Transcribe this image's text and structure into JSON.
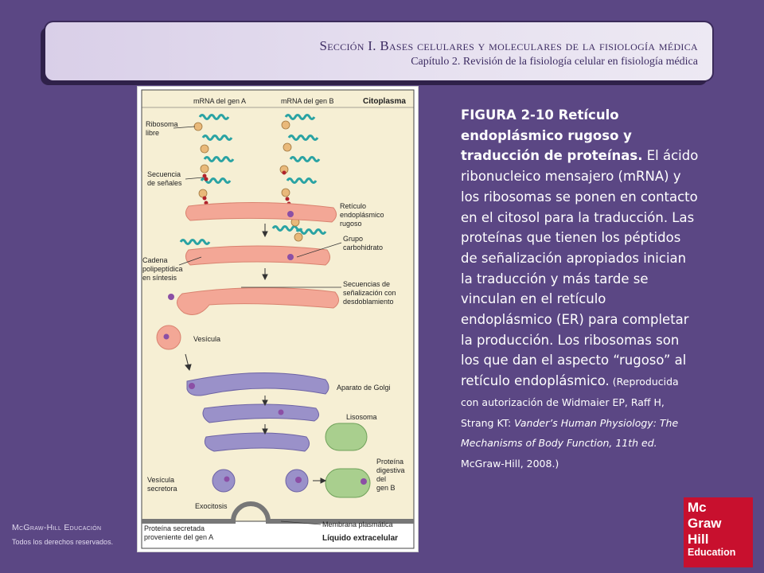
{
  "header": {
    "section_title": "Sección I.  Bases celulares y moleculares de la fisiología médica",
    "chapter": "Capítulo 2.  Revisión de la fisiología celular en fisiología médica"
  },
  "figure": {
    "labels": {
      "mrna_a": "mRNA del gen A",
      "mrna_b": "mRNA del gen B",
      "cytoplasm": "Citoplasma",
      "free_ribosome_1": "Ribosoma",
      "free_ribosome_2": "libre",
      "signal_seq_1": "Secuencia",
      "signal_seq_2": "de señales",
      "rer_1": "Retículo",
      "rer_2": "endoplásmico",
      "rer_3": "rugoso",
      "carb_1": "Grupo",
      "carb_2": "carbohidrato",
      "chain_1": "Cadena",
      "chain_2": "polipeptídica",
      "chain_3": "en síntesis",
      "cleave_1": "Secuencias de",
      "cleave_2": "señalización con",
      "cleave_3": "desdoblamiento",
      "vesicle": "Vesícula",
      "golgi": "Aparato de Golgi",
      "lysosome": "Lisosoma",
      "digestive_1": "Proteína",
      "digestive_2": "digestiva",
      "digestive_3": "del",
      "digestive_4": "gen B",
      "secretory_1": "Vesícula",
      "secretory_2": "secretora",
      "exocytosis": "Exocitosis",
      "membrane": "Membrana plasmática",
      "secreted_1": "Proteína secretada",
      "secreted_2": "proveniente del gen A",
      "extracellular": "Líquido extracelular"
    }
  },
  "caption": {
    "title": "FIGURA 2-10 Retículo endoplásmico  rugoso y traducción de proteínas.",
    "body": " El ácido ribonucleico mensajero (mRNA) y los ribosomas se ponen en contacto en el citosol para la traducción. Las proteínas que tienen los péptidos de señalización apropiados inician la traducción y más tarde se vinculan en el retículo endoplásmico (ER) para completar la producción. Los ribosomas son los que dan el aspecto “rugoso”  al retículo endoplásmico.",
    "credit_prefix": " (Reproducida con autorización de Widmaier EP, Raff H, Strang KT: ",
    "credit_book": "Vander’s Human Physiology: The Mechanisms of Body Function, 11th ed.",
    "credit_suffix": " McGraw-Hill, 2008.)"
  },
  "footer": {
    "brand": "McGraw-Hill Educación",
    "rights": "Todos los derechos reservados."
  },
  "logo": {
    "line1": "Mc",
    "line2": "Graw",
    "line3": "Hill",
    "line4": "Education"
  },
  "colors": {
    "background": "#5b4784",
    "logo_red": "#c8102e",
    "er_pink": "#f3a796",
    "golgi_purple": "#9a91c9",
    "lysosome_green": "#a9cf8e",
    "mrna_teal": "#2aa3a3"
  }
}
